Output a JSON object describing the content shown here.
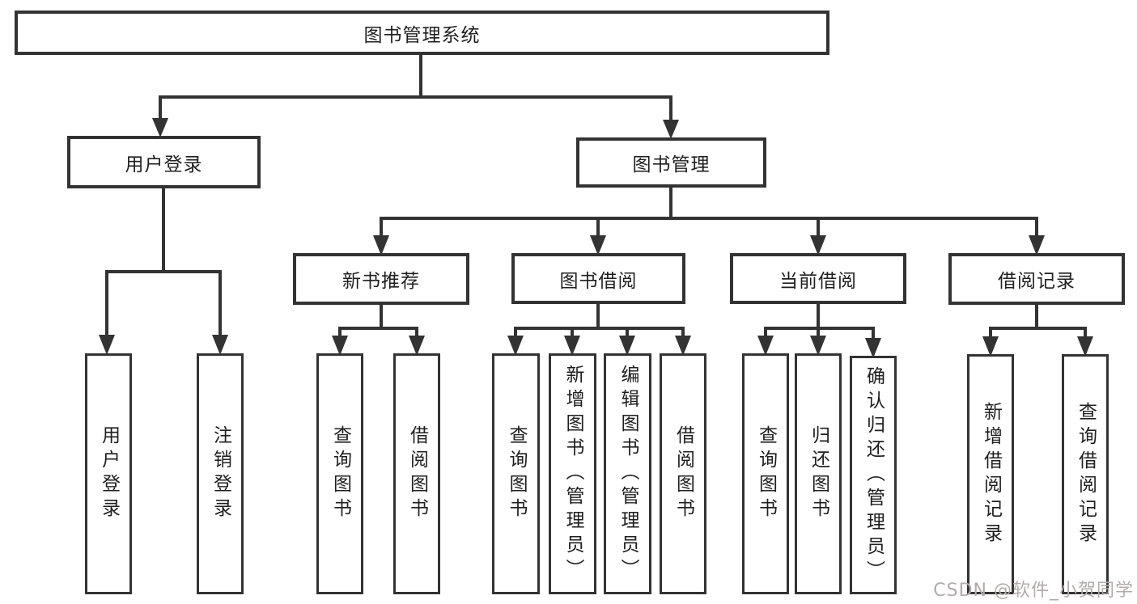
{
  "page": {
    "background": "#ffffff",
    "line_color": "#333333",
    "text_color": "#1f1f1f"
  },
  "watermark": {
    "text": "CSDN @软件_小贺同学",
    "color": "#b2abab"
  },
  "nodes": {
    "root": {
      "label": "图书管理系统"
    },
    "level2": [
      {
        "label": "用户登录"
      },
      {
        "label": "图书管理"
      }
    ],
    "level3": [
      {
        "label": "新书推荐"
      },
      {
        "label": "图书借阅"
      },
      {
        "label": "当前借阅"
      },
      {
        "label": "借阅记录"
      }
    ],
    "leaves": [
      {
        "label": "用户登录"
      },
      {
        "label": "注销登录"
      },
      {
        "label": "查询图书"
      },
      {
        "label": "借阅图书"
      },
      {
        "label": "查询图书"
      },
      {
        "label": "新增图书（管理员）"
      },
      {
        "label": "编辑图书（管理员）"
      },
      {
        "label": "借阅图书"
      },
      {
        "label": "查询图书"
      },
      {
        "label": "归还图书"
      },
      {
        "label": "确认归还（管理员）"
      },
      {
        "label": "新增借阅记录"
      },
      {
        "label": "查询借阅记录"
      }
    ]
  }
}
